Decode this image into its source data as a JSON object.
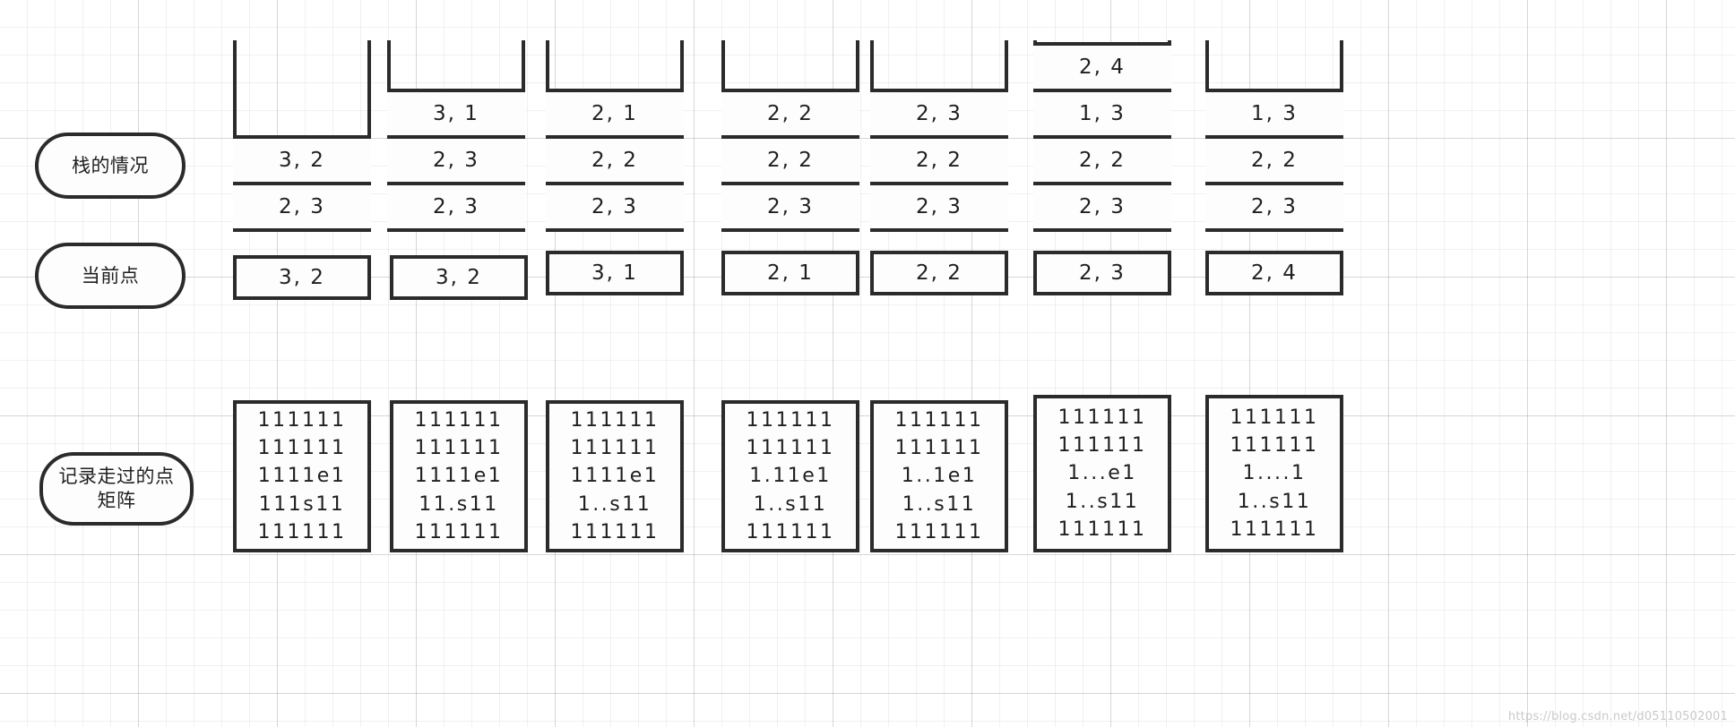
{
  "labels": [
    {
      "name": "stack-state",
      "text": "栈的情况"
    },
    {
      "name": "current-point",
      "text": "当前点"
    },
    {
      "name": "visited-matrix",
      "line1": "记录走过的点",
      "line2": "矩阵"
    }
  ],
  "stacks": [
    {
      "step": 1,
      "cells": [
        "3, 2",
        "2, 3"
      ]
    },
    {
      "step": 2,
      "cells": [
        "3, 1",
        "2, 3",
        "2, 3"
      ]
    },
    {
      "step": 3,
      "cells": [
        "2, 1",
        "2, 2",
        "2, 3"
      ]
    },
    {
      "step": 4,
      "cells": [
        "2, 2",
        "2, 2",
        "2, 3"
      ]
    },
    {
      "step": 5,
      "cells": [
        "2, 3",
        "2, 2",
        "2, 3"
      ]
    },
    {
      "step": 6,
      "cells": [
        "2, 4",
        "1, 3",
        "2, 2",
        "2, 3"
      ]
    },
    {
      "step": 7,
      "cells": [
        "1, 3",
        "2, 2",
        "2, 3"
      ]
    }
  ],
  "current_points": [
    "3, 2",
    "3, 2",
    "3, 1",
    "2, 1",
    "2, 2",
    "2, 3",
    "2, 4"
  ],
  "matrices": [
    {
      "step": 1,
      "rows": [
        "111111",
        "111111",
        "1111e1",
        "111s11",
        "111111"
      ]
    },
    {
      "step": 2,
      "rows": [
        "111111",
        "111111",
        "1111e1",
        "11.s11",
        "111111"
      ]
    },
    {
      "step": 3,
      "rows": [
        "111111",
        "111111",
        "1111e1",
        "1..s11",
        "111111"
      ]
    },
    {
      "step": 4,
      "rows": [
        "111111",
        "111111",
        "1.11e1",
        "1..s11",
        "111111"
      ]
    },
    {
      "step": 5,
      "rows": [
        "111111",
        "111111",
        "1..1e1",
        "1..s11",
        "111111"
      ]
    },
    {
      "step": 6,
      "rows": [
        "111111",
        "111111",
        "1...e1",
        "1..s11",
        "111111"
      ]
    },
    {
      "step": 7,
      "rows": [
        "111111",
        "111111",
        "1....1",
        "1..s11",
        "111111"
      ]
    }
  ],
  "watermark": "https://blog.csdn.net/d05110502001",
  "colors": {
    "stroke": "#2b2b2b",
    "text": "#1f1f1f",
    "fill": "#fdfdfd",
    "grid_minor": "#f0f0f0",
    "grid_major": "#e4e4e4",
    "watermark": "#c9c9c9"
  }
}
